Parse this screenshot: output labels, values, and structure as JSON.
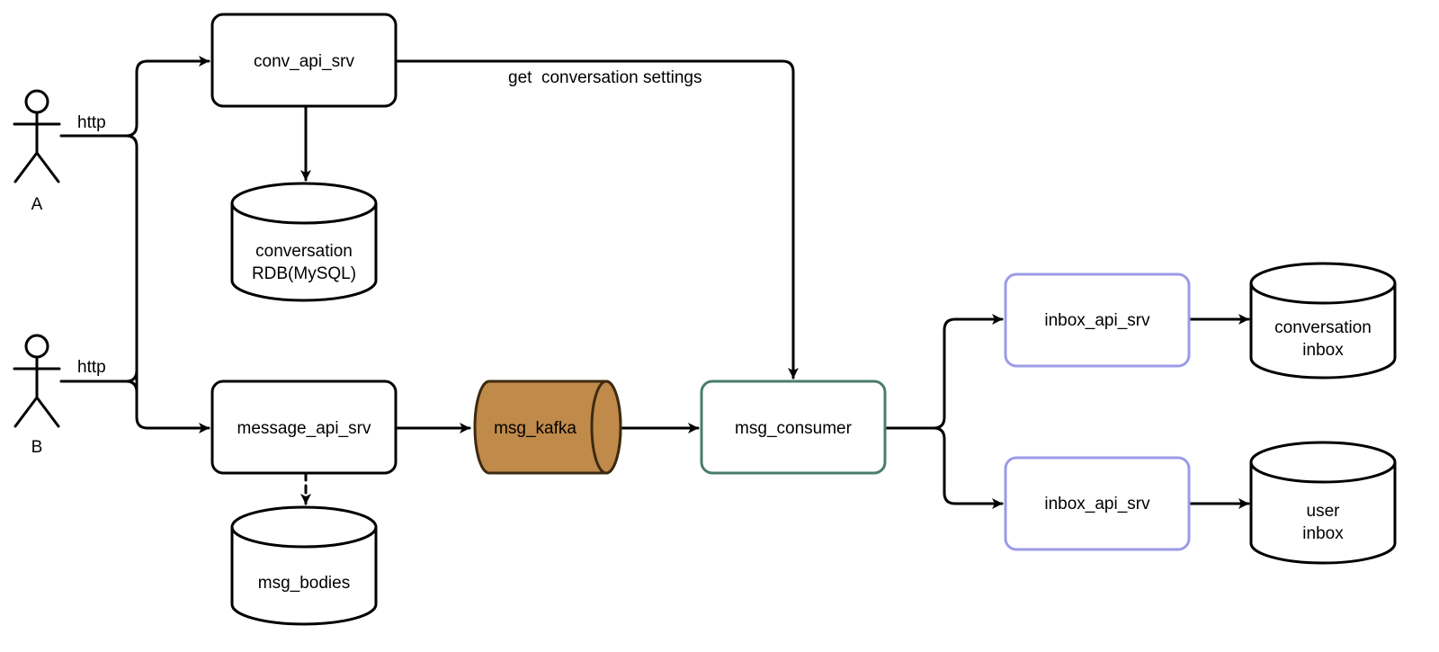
{
  "actors": [
    {
      "id": "a",
      "label": "A",
      "edge_label": "http"
    },
    {
      "id": "b",
      "label": "B",
      "edge_label": "http"
    }
  ],
  "services": {
    "conv_api": "conv_api_srv",
    "message_api": "message_api_srv",
    "msg_consumer": "msg_consumer",
    "inbox_api_1": "inbox_api_srv",
    "inbox_api_2": "inbox_api_srv"
  },
  "queue": {
    "label": "msg_kafka",
    "color": "#c08a4a"
  },
  "databases": {
    "conversation_rdb": [
      "conversation",
      "RDB(MySQL)"
    ],
    "msg_bodies": [
      "msg_bodies"
    ],
    "conversation_inbox": [
      "conversation",
      "inbox"
    ],
    "user_inbox": [
      "user",
      "inbox"
    ]
  },
  "edge_labels": {
    "conversation_settings": "get  conversation settings"
  },
  "colors": {
    "consumer_border": "#4a7d6b",
    "inbox_border": "#9b9be8"
  }
}
